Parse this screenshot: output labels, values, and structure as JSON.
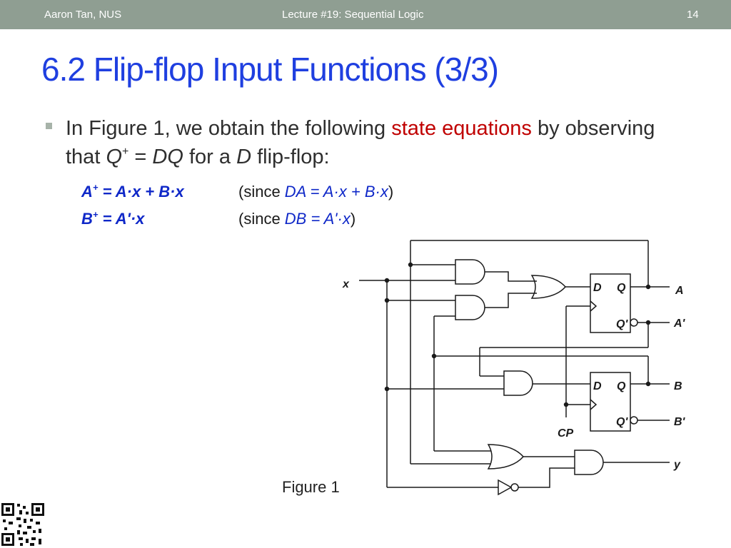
{
  "header": {
    "author": "Aaron Tan, NUS",
    "lecture": "Lecture #19: Sequential Logic",
    "page_number": "14"
  },
  "slide": {
    "title": "6.2 Flip-flop Input Functions (3/3)",
    "bullet": {
      "part1": "In Figure 1, we obtain the following ",
      "highlight": "state equations",
      "part2": " by observing that ",
      "q": "Q",
      "q_sup": "+",
      "eq": " = ",
      "dq": "DQ",
      "part3": " for a ",
      "d": "D",
      "part4": " flip-flop:"
    },
    "equations": [
      {
        "lhs_var": "A",
        "lhs_sup": "+",
        "lhs_rest": " = A·x + B·x",
        "rhs_open": "(since ",
        "rhs_expr": "DA = A·x + B·x",
        "rhs_close": ")"
      },
      {
        "lhs_var": "B",
        "lhs_sup": "+",
        "lhs_rest": " = A'·x",
        "rhs_open": "(since ",
        "rhs_expr": "DB = A'·x",
        "rhs_close": ")"
      }
    ],
    "figure_caption": "Figure 1"
  },
  "circuit": {
    "labels": {
      "x": "x",
      "cp": "CP",
      "a": "A",
      "a_bar": "A'",
      "b": "B",
      "b_bar": "B'",
      "y": "y",
      "d": "D",
      "q": "Q",
      "q_bar": "Q'"
    }
  },
  "colors": {
    "header_bg": "#8f9e92",
    "title": "#1f3fe0",
    "highlight": "#c00000",
    "equation": "#0f28c8"
  }
}
